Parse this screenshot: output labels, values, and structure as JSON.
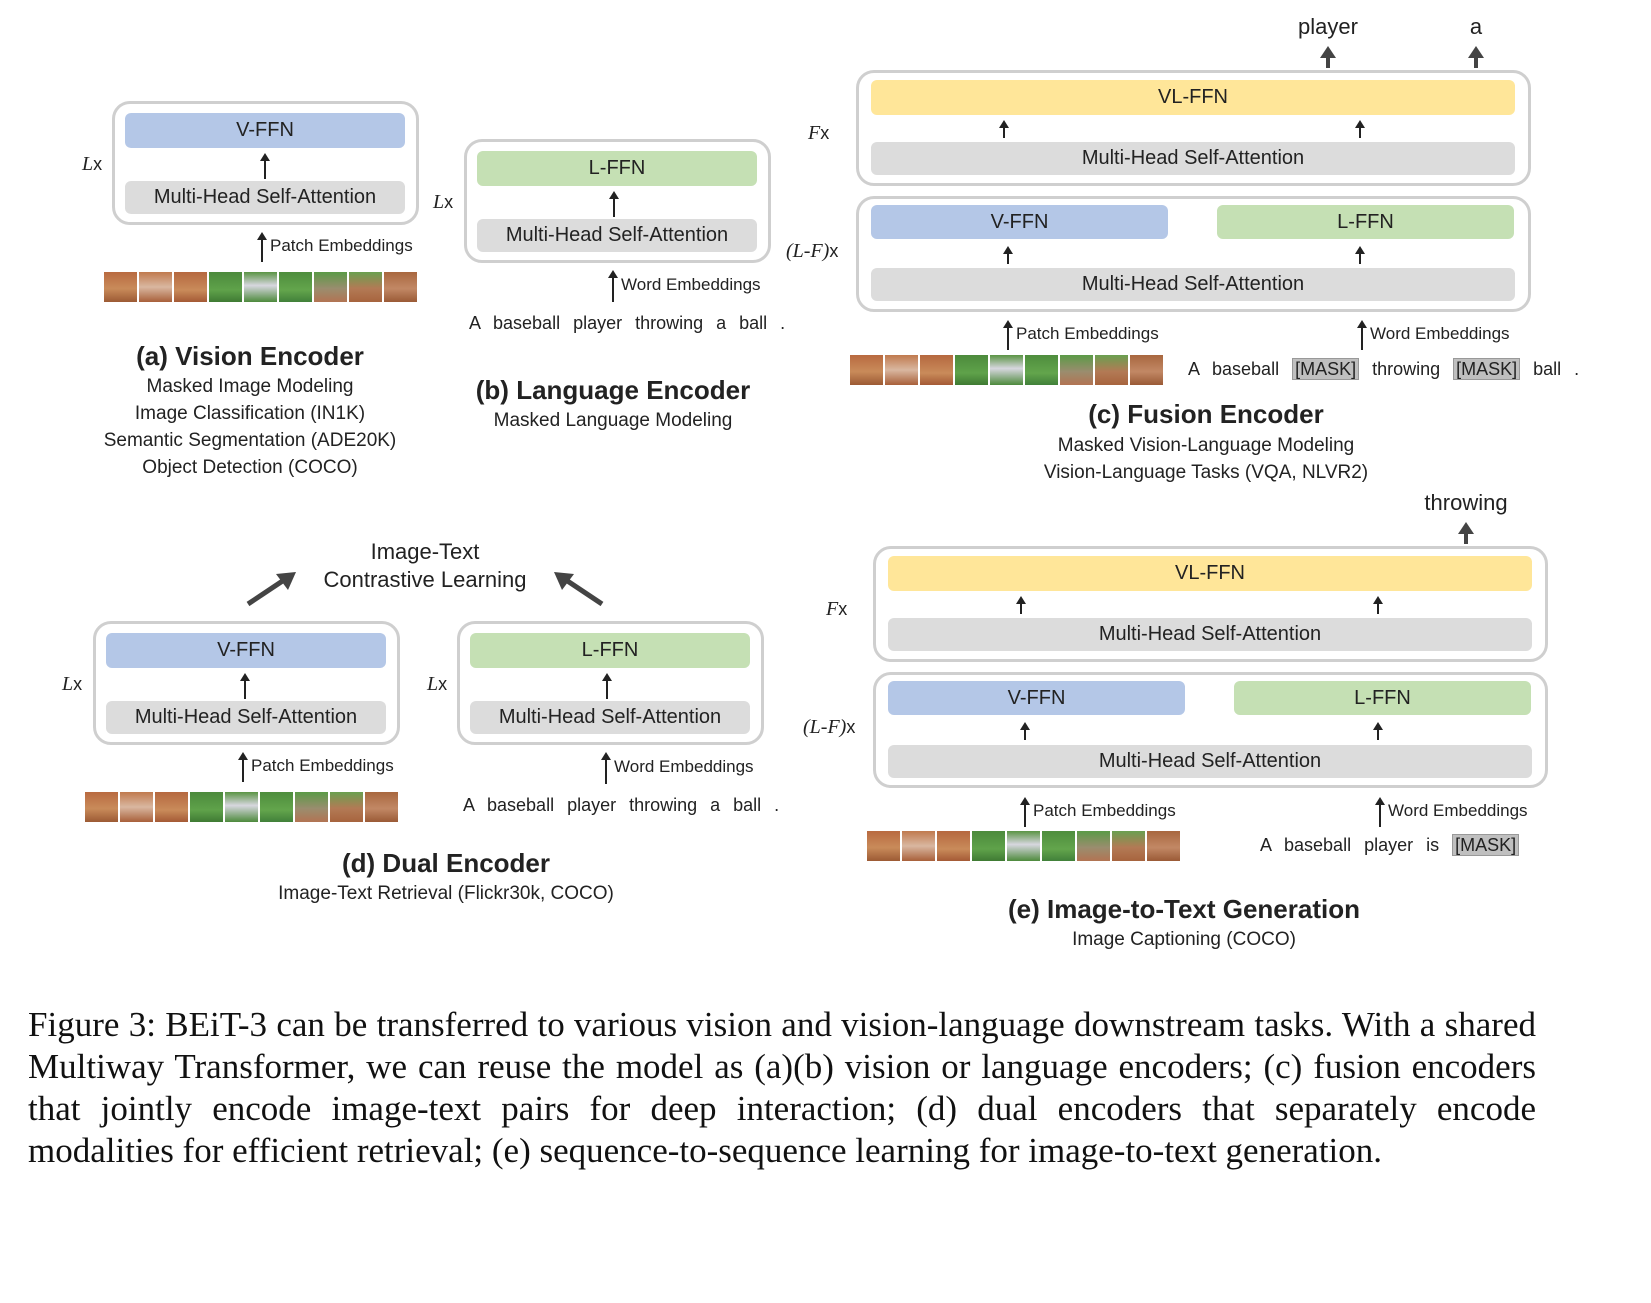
{
  "labels": {
    "vffn": "V-FFN",
    "lffn": "L-FFN",
    "vlffn": "VL-FFN",
    "mhsa": "Multi-Head Self-Attention",
    "patch_emb": "Patch Embeddings",
    "word_emb": "Word Embeddings",
    "lx": "L",
    "fx": "F",
    "lfx": "(L-F)",
    "x": "x"
  },
  "panels": {
    "a": {
      "title": "(a) Vision Encoder",
      "tasks": [
        "Masked Image Modeling",
        "Image Classification (IN1K)",
        "Semantic Segmentation (ADE20K)",
        "Object Detection (COCO)"
      ]
    },
    "b": {
      "title": "(b) Language Encoder",
      "tasks": [
        "Masked Language Modeling"
      ],
      "sentence": "A baseball player throwing a ball ."
    },
    "c": {
      "title": "(c) Fusion Encoder",
      "tasks": [
        "Masked Vision-Language Modeling",
        "Vision-Language Tasks (VQA, NLVR2)"
      ],
      "sentence_parts": [
        "A baseball ",
        "[MASK]",
        " throwing ",
        "[MASK]",
        " ball ."
      ],
      "outputs": [
        "player",
        "a"
      ]
    },
    "d": {
      "title": "(d) Dual Encoder",
      "tasks": [
        "Image-Text Retrieval (Flickr30k, COCO)"
      ],
      "objective": [
        "Image-Text",
        "Contrastive Learning"
      ],
      "sentence": "A baseball player throwing a ball ."
    },
    "e": {
      "title": "(e) Image-to-Text Generation",
      "tasks": [
        "Image Captioning (COCO)"
      ],
      "sentence_parts": [
        "A baseball player is ",
        "[MASK]"
      ],
      "outputs": [
        "throwing"
      ]
    }
  },
  "caption": "Figure 3:  BEiT-3 can be transferred to various vision and vision-language downstream tasks. With a shared Multiway Transformer, we can reuse the model as (a)(b) vision or language encoders; (c) fusion encoders that jointly encode image-text pairs for deep interaction; (d) dual encoders that separately encode modalities for efficient retrieval; (e) sequence-to-sequence learning for image-to-text generation.",
  "colors": {
    "vffn": "#b4c7e7",
    "lffn": "#c5e0b4",
    "vlffn": "#ffe699",
    "mhsa": "#dcdcdc"
  }
}
